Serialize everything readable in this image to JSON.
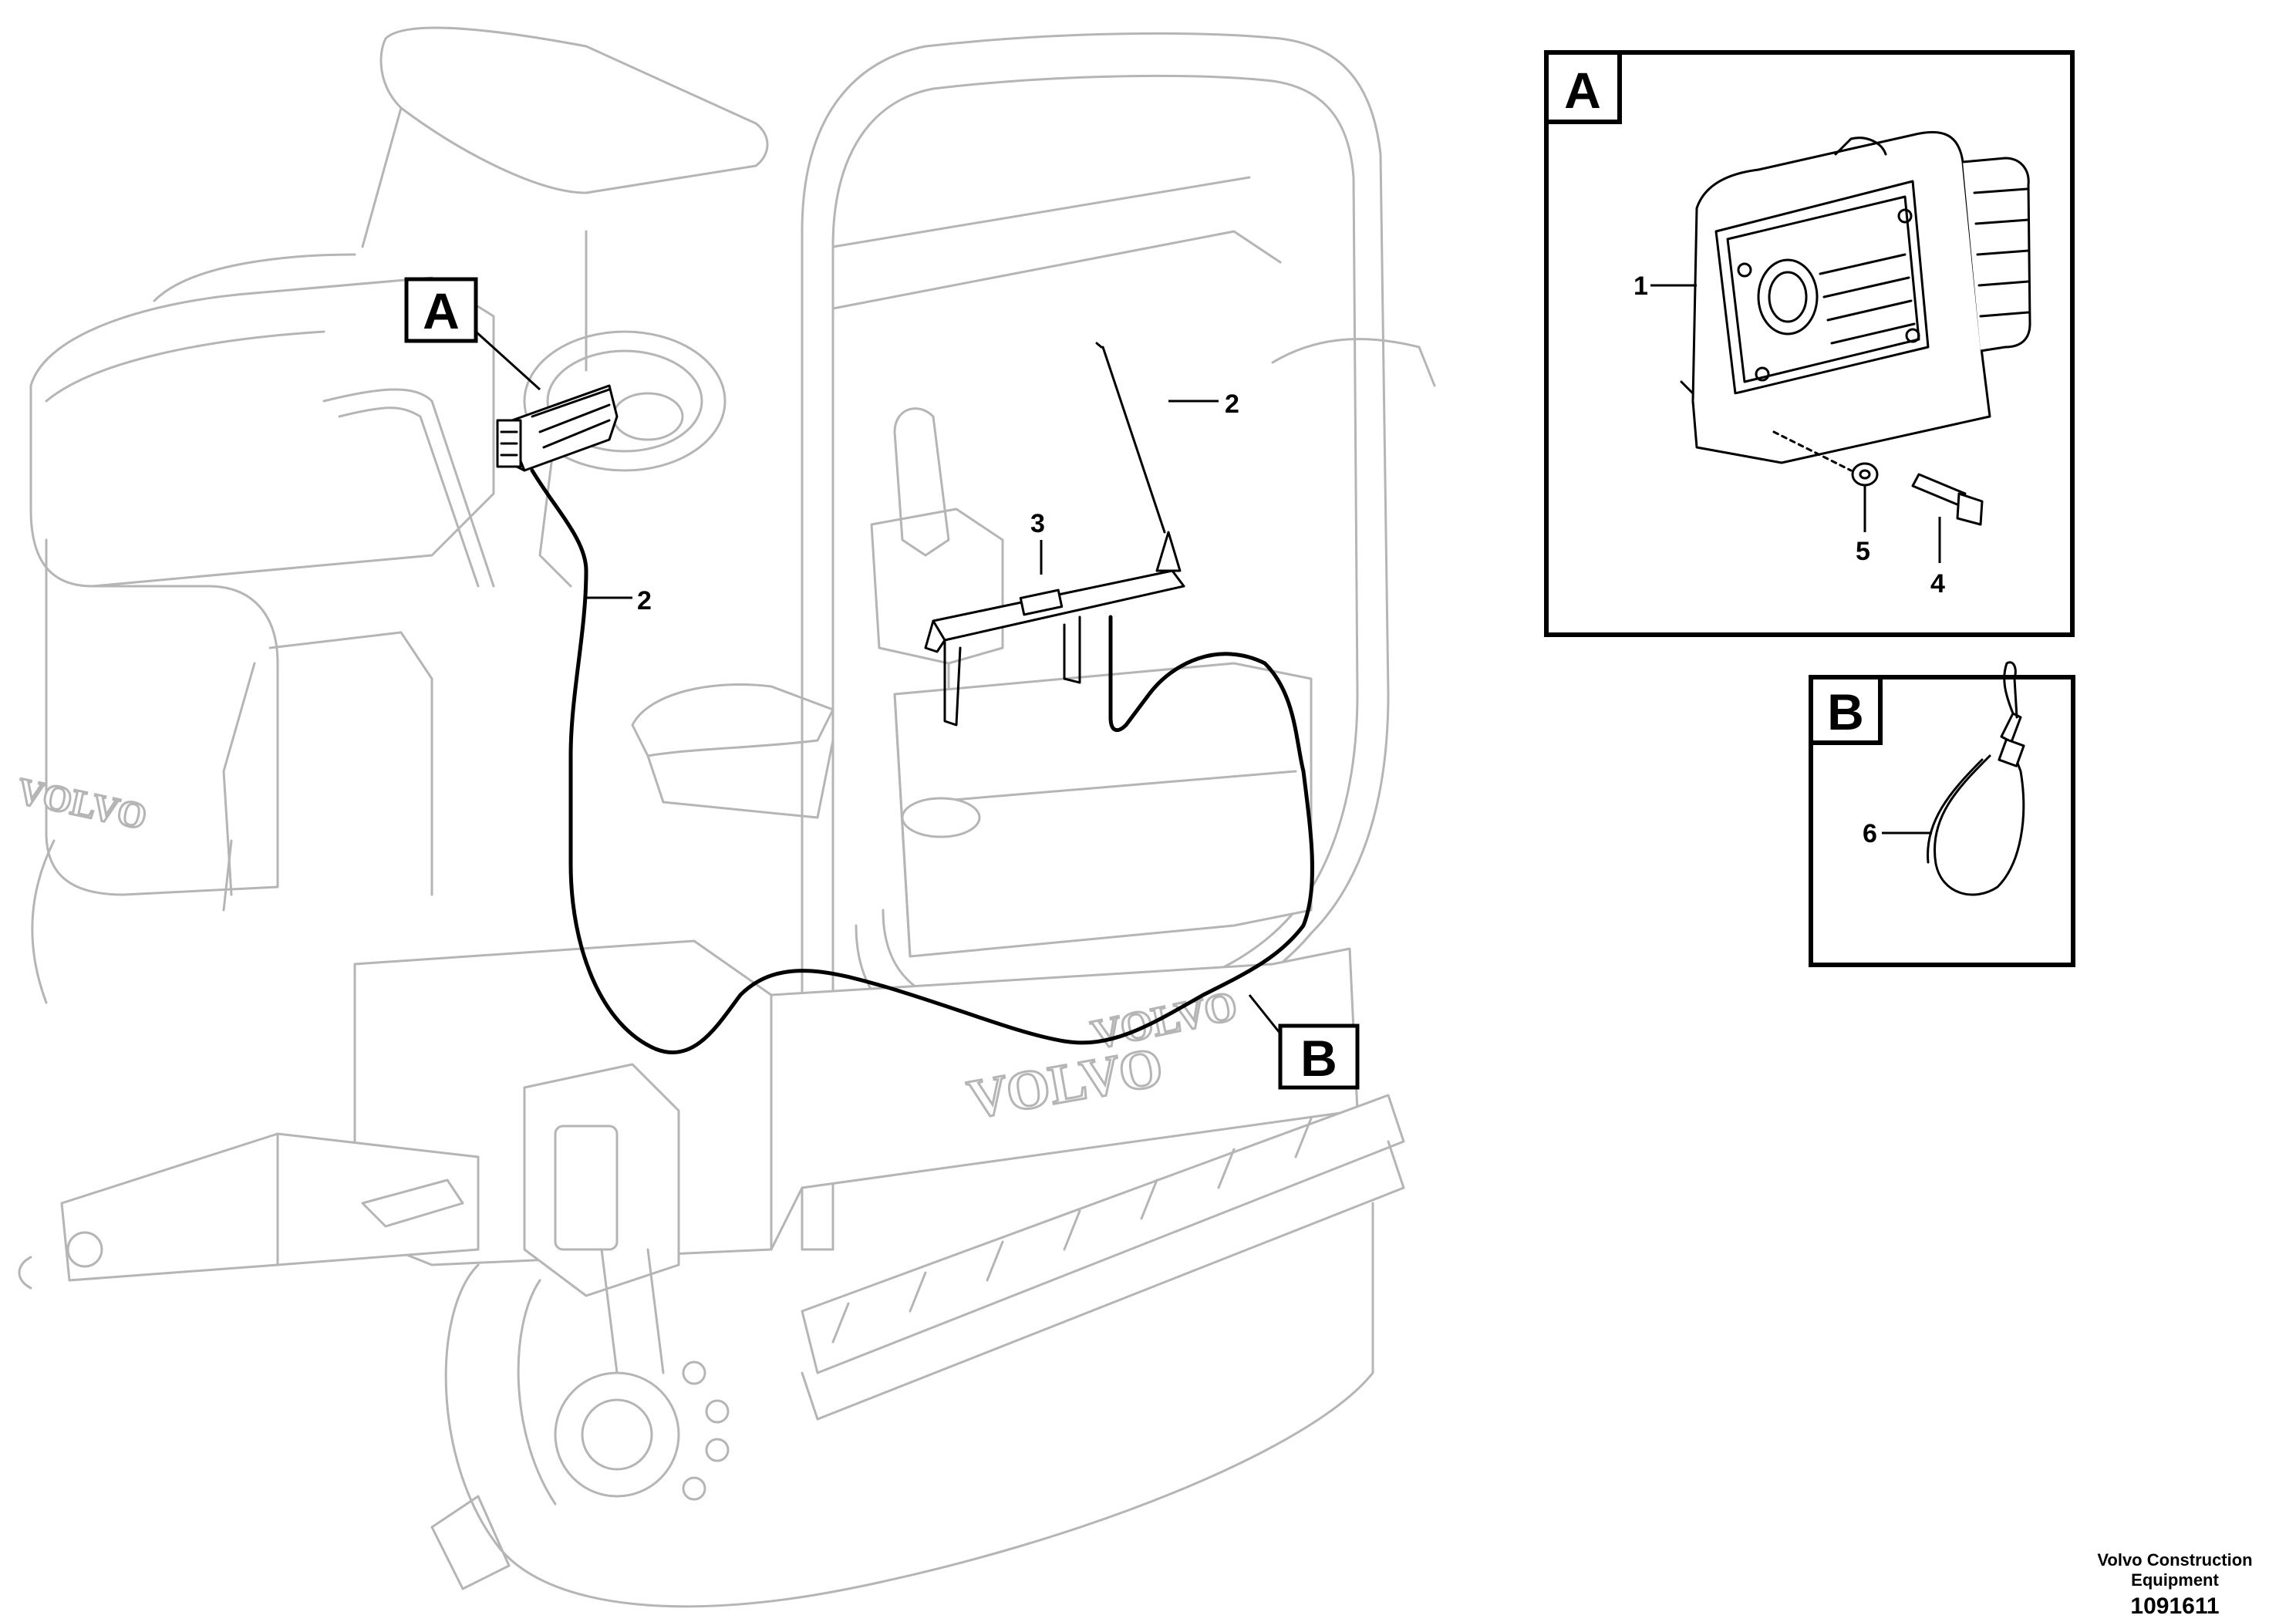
{
  "callouts": {
    "main_A": "A",
    "main_B": "B",
    "detail_A": "A",
    "detail_B": "B"
  },
  "parts": {
    "p1": "1",
    "p2_cable": "2",
    "p2_antenna": "2",
    "p3": "3",
    "p4": "4",
    "p5": "5",
    "p6": "6"
  },
  "branding": {
    "hood": "VOLVO",
    "drum_frame": "VOLVO",
    "front": "VOLVO"
  },
  "footer": {
    "company_line1": "Volvo Construction",
    "company_line2": "Equipment",
    "figure_number": "1091611"
  }
}
